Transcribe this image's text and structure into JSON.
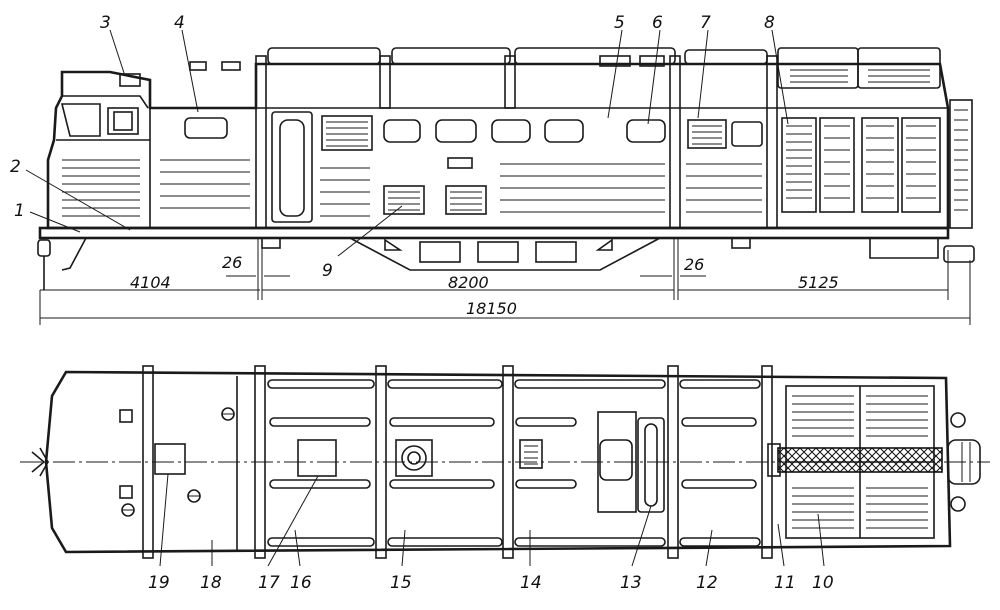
{
  "side_view": {
    "labels": [
      "1",
      "2",
      "3",
      "4",
      "5",
      "6",
      "7",
      "8",
      "9"
    ],
    "dimensions": [
      "4104",
      "26",
      "8200",
      "26",
      "5125",
      "18150"
    ]
  },
  "top_view": {
    "labels": [
      "19",
      "18",
      "17",
      "16",
      "15",
      "14",
      "13",
      "12",
      "11",
      "10"
    ]
  }
}
